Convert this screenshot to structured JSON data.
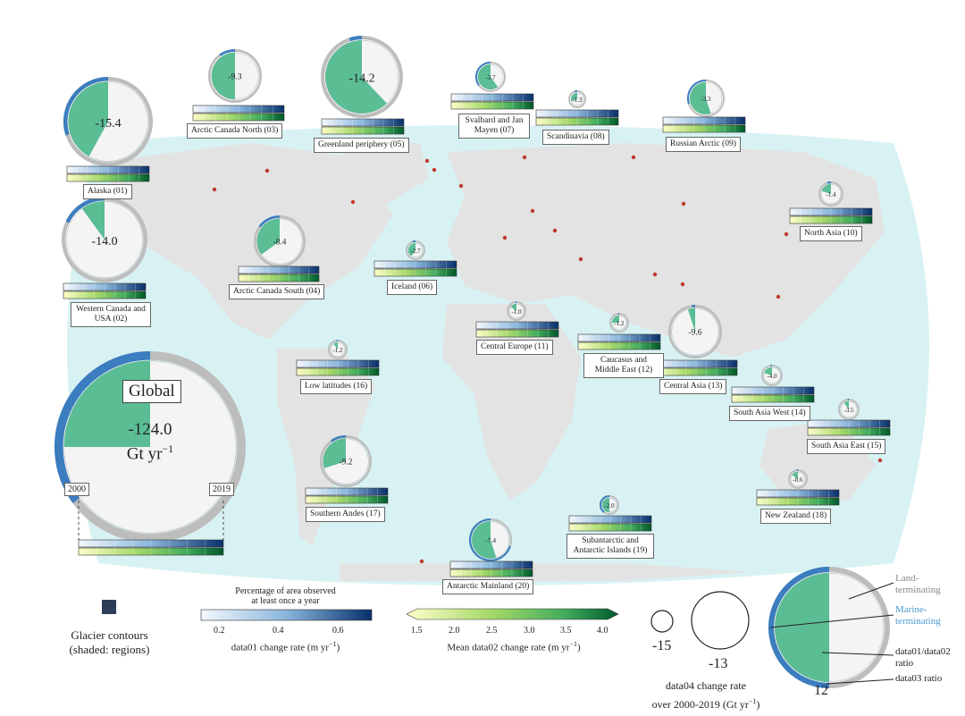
{
  "colors": {
    "ocean": "#d8f2f3",
    "land": "#e6e6e6",
    "marine_ring": "#3b7dbf",
    "land_ring": "#bdbdbd",
    "pie_ratio": "#5bbd94",
    "pie_rest": "#f4f4f4",
    "contour": "#2c3e57",
    "dot": "#c0392b",
    "marine_label": "#4a9bd0",
    "land_label": "#888888"
  },
  "regions": [
    {
      "id": "01",
      "name": "Alaska (01)",
      "value": "-15.4",
      "ratio": 0.42,
      "marine": 0.3
    },
    {
      "id": "02",
      "name": "Western Canada and USA (02)",
      "value": "-14.0",
      "ratio": 0.1,
      "marine": 0.18
    },
    {
      "id": "03",
      "name": "Arctic Canada North (03)",
      "value": "-9.3",
      "ratio": 0.5,
      "marine": 0.1
    },
    {
      "id": "04",
      "name": "Arctic Canada South (04)",
      "value": "-8.4",
      "ratio": 0.35,
      "marine": 0.15
    },
    {
      "id": "05",
      "name": "Greenland periphery (05)",
      "value": "-14.2",
      "ratio": 0.62,
      "marine": 0.05
    },
    {
      "id": "06",
      "name": "Iceland (06)",
      "value": "-2.7",
      "ratio": 0.4,
      "marine": 0.05
    },
    {
      "id": "07",
      "name": "Svalbard and Jan Mayen (07)",
      "value": "-3.7",
      "ratio": 0.6,
      "marine": 0.35
    },
    {
      "id": "08",
      "name": "Scandinavia (08)",
      "value": "-1.3",
      "ratio": 0.3,
      "marine": 0.05
    },
    {
      "id": "09",
      "name": "Russian Arctic (09)",
      "value": "-3.3",
      "ratio": 0.55,
      "marine": 0.3
    },
    {
      "id": "10",
      "name": "North Asia (10)",
      "value": "-1.4",
      "ratio": 0.2,
      "marine": 0.05
    },
    {
      "id": "11",
      "name": "Central Europe (11)",
      "value": "-1.0",
      "ratio": 0.15,
      "marine": 0.02
    },
    {
      "id": "12",
      "name": "Caucasus and Middle East (12)",
      "value": "-1.2",
      "ratio": 0.25,
      "marine": 0.02
    },
    {
      "id": "13",
      "name": "Central Asia (13)",
      "value": "-9.6",
      "ratio": 0.05,
      "marine": 0.02
    },
    {
      "id": "14",
      "name": "South Asia West (14)",
      "value": "-4.0",
      "ratio": 0.2,
      "marine": 0.02
    },
    {
      "id": "15",
      "name": "South Asia East (15)",
      "value": "-3.5",
      "ratio": 0.1,
      "marine": 0.02
    },
    {
      "id": "16",
      "name": "Low latitudes (16)",
      "value": "-1.2",
      "ratio": 0.1,
      "marine": 0.02
    },
    {
      "id": "17",
      "name": "Southern Andes (17)",
      "value": "-9.2",
      "ratio": 0.3,
      "marine": 0.1
    },
    {
      "id": "18",
      "name": "New Zealand (18)",
      "value": "-0.6",
      "ratio": 0.15,
      "marine": 0.02
    },
    {
      "id": "19",
      "name": "Subantarctic and Antarctic Islands (19)",
      "value": "-2.0",
      "ratio": 0.5,
      "marine": 0.4
    },
    {
      "id": "20",
      "name": "Antarctic Mainland (20)",
      "value": "-7.4",
      "ratio": 0.55,
      "marine": 0.7
    }
  ],
  "global": {
    "title": "Global",
    "value": "-124.0",
    "unit": "Gt yr",
    "unit_sup": "−1",
    "ratio": 0.25,
    "marine": 0.35,
    "start_year": "2000",
    "end_year": "2019"
  },
  "legend": {
    "contours_title": "Glacier contours",
    "contours_sub": "(shaded: regions)",
    "data01": {
      "top_label_line1": "Percentage of area observed",
      "top_label_line2": "at least once a year",
      "ticks": [
        "0.2",
        "0.4",
        "0.6"
      ],
      "title": "data01 change rate (m yr",
      "title_sup": "−1",
      "title_end": ")"
    },
    "data02": {
      "ticks": [
        "1.5",
        "2.0",
        "2.5",
        "3.0",
        "3.5",
        "4.0"
      ],
      "title": "Mean data02 change rate (m yr",
      "title_sup": "−1",
      "title_end": ")"
    },
    "data04": {
      "sizes": [
        "-15",
        "-13",
        "12"
      ],
      "title_line1": "data04 change rate",
      "title_line2": "over 2000-2019 (Gt yr",
      "title_sup": "−1",
      "title_end": ")"
    },
    "pie_notes": {
      "land": "Land-terminating",
      "marine": "Marine-terminating",
      "ratio": "data01/data02 ratio",
      "data03": "data03 ratio"
    }
  }
}
